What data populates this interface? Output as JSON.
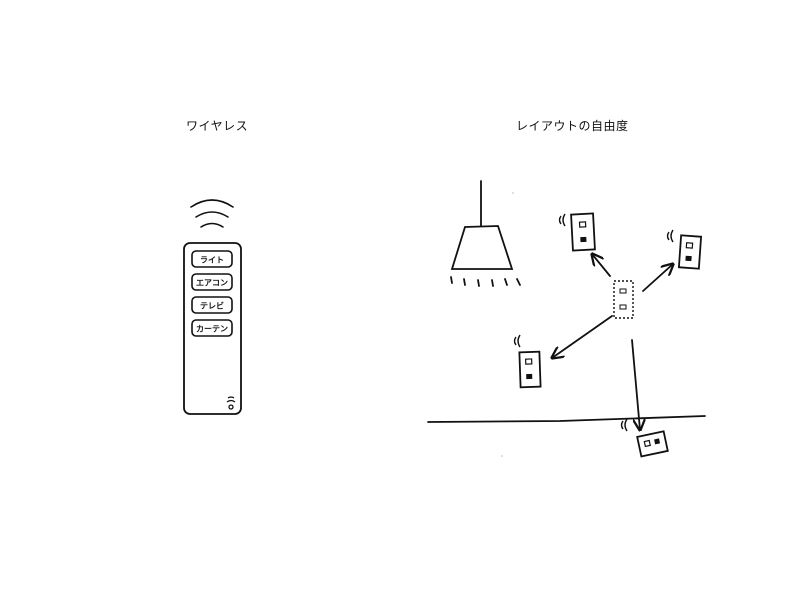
{
  "panels": {
    "left": {
      "title": "ワイヤレス",
      "remote_buttons": [
        "ライト",
        "エアコン",
        "テレビ",
        "カーテン"
      ]
    },
    "right": {
      "title": "レイアウトの自由度"
    }
  },
  "colors": {
    "ink": "#111111",
    "background": "#ffffff"
  }
}
